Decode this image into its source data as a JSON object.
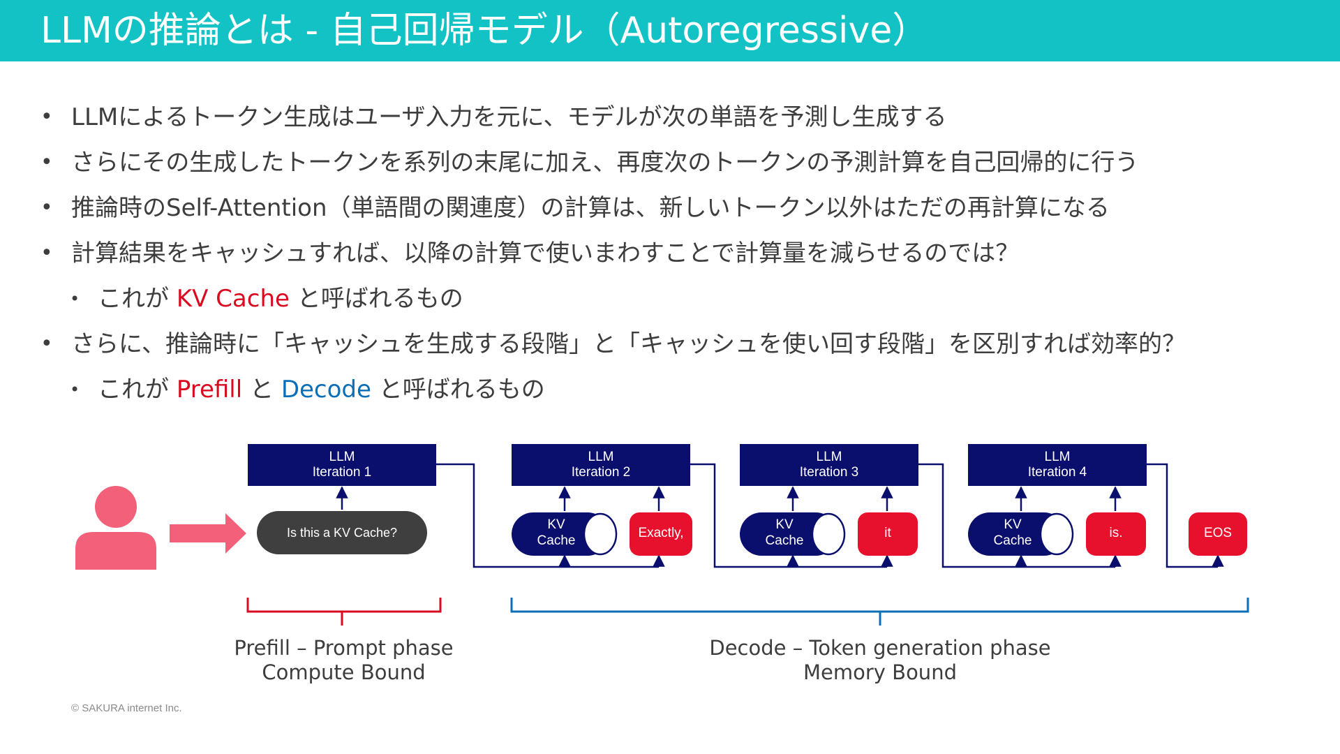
{
  "title": "LLMの推論とは - 自己回帰モデル（Autoregressive）",
  "bullets": [
    {
      "text": "LLMによるトークン生成はユーザ入力を元に、モデルが次の単語を予測し生成する"
    },
    {
      "text": "さらにその生成したトークンを系列の末尾に加え、再度次のトークンの予測計算を自己回帰的に行う"
    },
    {
      "text": "推論時のSelf-Attention（単語間の関連度）の計算は、新しいトークン以外はただの再計算になる"
    },
    {
      "text": "計算結果をキャッシュすれば、以降の計算で使いまわすことで計算量を減らせるのでは？"
    },
    {
      "pre": "これが ",
      "highlight": "KV Cache",
      "post": " と呼ばれるもの"
    },
    {
      "text": "さらに、推論時に「キャッシュを生成する段階」と「キャッシュを使い回す段階」を区別すれば効率的？"
    },
    {
      "pre": "これが ",
      "highlight1": "Prefill",
      "mid": " と ",
      "highlight2": "Decode",
      "post": " と呼ばれるもの"
    }
  ],
  "bullet_symbol": "•",
  "diagram": {
    "iterations": [
      {
        "l1": "LLM",
        "l2": "Iteration 1"
      },
      {
        "l1": "LLM",
        "l2": "Iteration 2"
      },
      {
        "l1": "LLM",
        "l2": "Iteration 3"
      },
      {
        "l1": "LLM",
        "l2": "Iteration 4"
      }
    ],
    "prompt": "Is this a KV Cache?",
    "kv_caches": [
      {
        "l1": "KV",
        "l2": "Cache"
      },
      {
        "l1": "KV",
        "l2": "Cache"
      },
      {
        "l1": "KV",
        "l2": "Cache"
      }
    ],
    "tokens": [
      "Exactly,",
      "it",
      "is.",
      "EOS"
    ],
    "prefill_label": {
      "l1": "Prefill – Prompt phase",
      "l2": "Compute Bound"
    },
    "decode_label": {
      "l1": "Decode – Token generation phase",
      "l2": "Memory Bound"
    }
  },
  "colors": {
    "header": "#12c2c4",
    "navy": "#0a0f6e",
    "token_red": "#e8112d",
    "prompt_gray": "#3f3f3f",
    "user_pink": "#f2607a",
    "prefill_brace": "#d90b21",
    "decode_brace": "#0b6fb8"
  },
  "footer": "© SAKURA internet Inc."
}
